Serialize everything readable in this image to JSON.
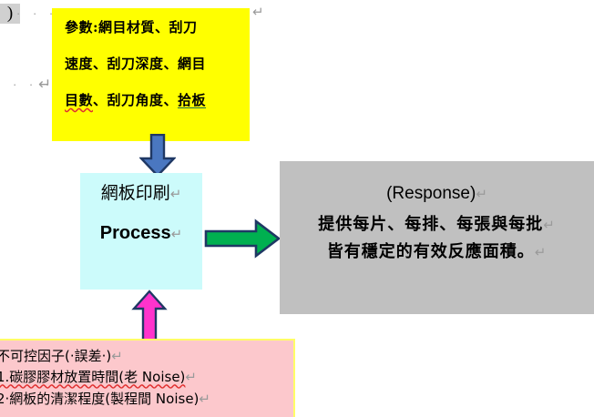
{
  "document": {
    "title": "Screen printing process diagram"
  },
  "formatting_marks": {
    "leading_paren": ")",
    "dots_row1": "· · · · ·",
    "dots_row2": "· · · ·",
    "return_left": "↵",
    "return_topright": "↵"
  },
  "parameters_box": {
    "name": "parameters",
    "color": "#ffff00",
    "lines": [
      "參數:網目材質、刮刀",
      "速度、刮刀深度、網目",
      "目數、刮刀角度、"
    ],
    "line3_prefix": "目數",
    "line3_middle": "、刮刀角度、",
    "line3_underlined": "拾板"
  },
  "process_box": {
    "color": "#ccfbfb",
    "line1": "網板印刷",
    "line1_mark": "↵",
    "line2": "Process",
    "line2_mark": "↵"
  },
  "response_box": {
    "color": "#c0c0c0",
    "heading": "(Response)",
    "heading_mark": "↵",
    "line1": "提供每片、每排、每張與每批",
    "line1_mark": "↵",
    "line2": "皆有穩定的有效反應面積。",
    "line2_mark": "↵"
  },
  "noise_box": {
    "color": "#fcc8cc",
    "border_color": "#ffff66",
    "title": "不可控因子(·誤差·)",
    "title_mark": "↵",
    "items": [
      "1.碳膠膠材放置時間(老 Noise)",
      "2·網板的清潔程度(製程間 Noise)"
    ],
    "item_marks": [
      "↵",
      "↵"
    ]
  },
  "arrows": {
    "down": {
      "name": "blue-down-arrow",
      "fill": "#4a77c0",
      "stroke": "#1f3864"
    },
    "right": {
      "name": "green-right-arrow",
      "fill": "#00b050",
      "stroke": "#1f3864"
    },
    "up": {
      "name": "magenta-up-arrow",
      "fill": "#ff33cc",
      "stroke": "#1f3864"
    }
  }
}
